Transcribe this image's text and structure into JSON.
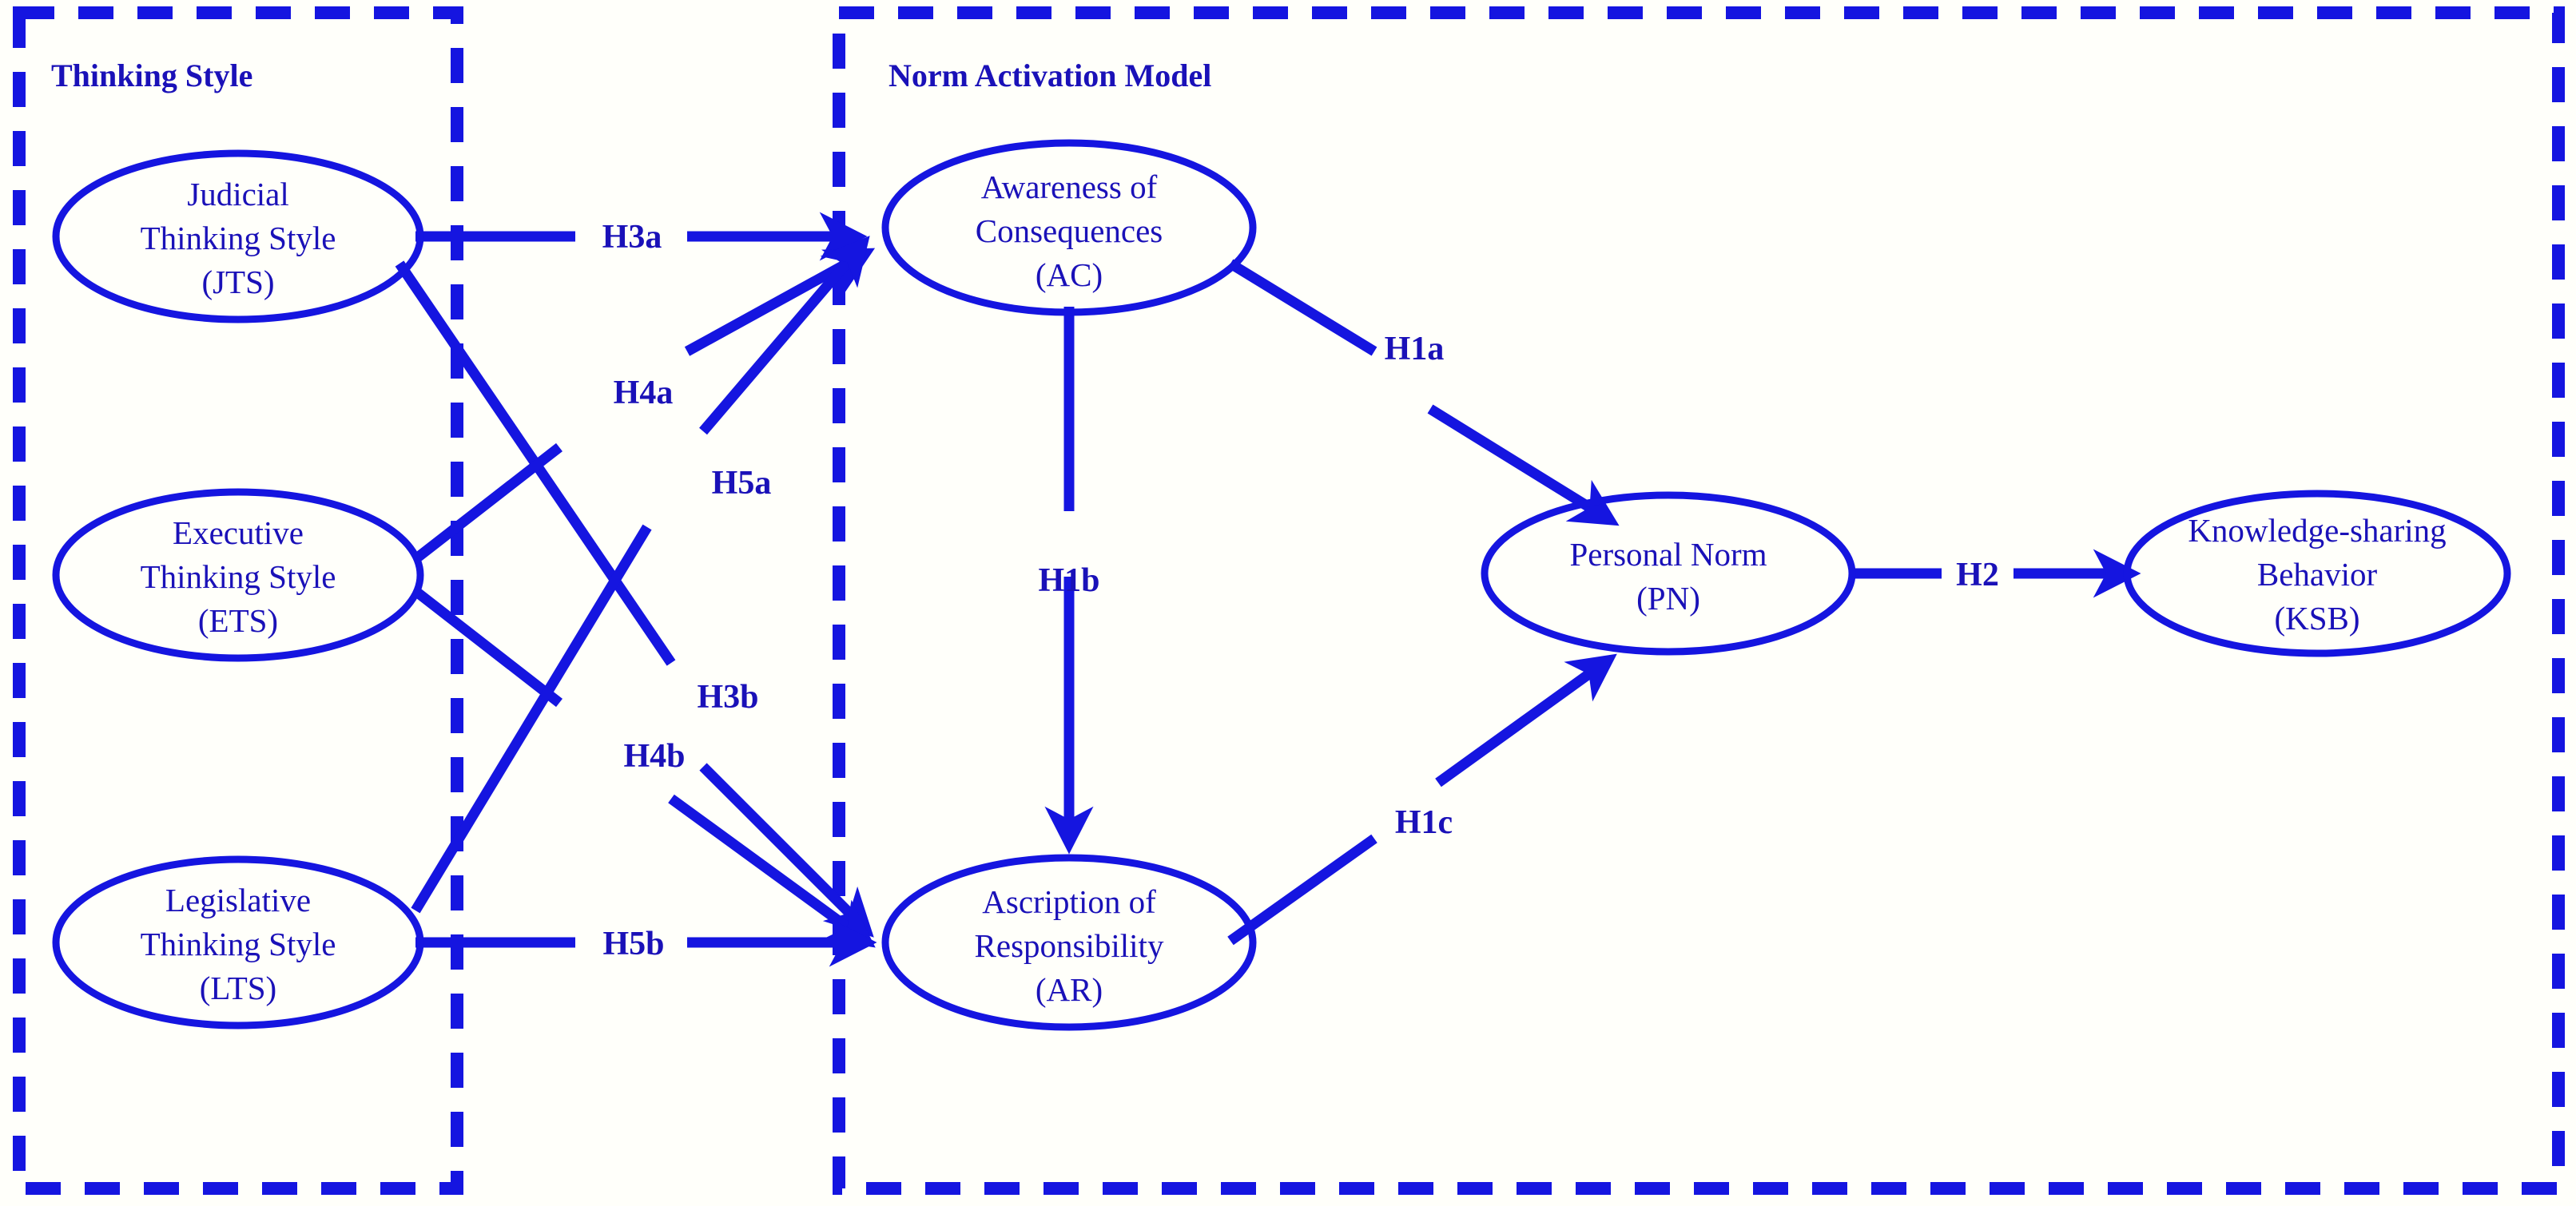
{
  "diagram": {
    "title_hidden": "",
    "accent_color": "#1515e0",
    "text_color": "#1a11b8",
    "background": "#fffffa",
    "groups": [
      {
        "id": "thinking-style",
        "label": "Thinking Style"
      },
      {
        "id": "norm-activation-model",
        "label": "Norm Activation Model"
      }
    ],
    "nodes": [
      {
        "id": "jts",
        "lines": [
          "Judicial",
          "Thinking Style",
          "(JTS)"
        ]
      },
      {
        "id": "ets",
        "lines": [
          "Executive",
          "Thinking Style",
          "(ETS)"
        ]
      },
      {
        "id": "lts",
        "lines": [
          "Legislative",
          "Thinking Style",
          "(LTS)"
        ]
      },
      {
        "id": "ac",
        "lines": [
          "Awareness of",
          "Consequences",
          "(AC)"
        ]
      },
      {
        "id": "ar",
        "lines": [
          "Ascription of",
          "Responsibility",
          "(AR)"
        ]
      },
      {
        "id": "pn",
        "lines": [
          "Personal Norm",
          "(PN)"
        ]
      },
      {
        "id": "ksb",
        "lines": [
          "Knowledge-sharing",
          "Behavior",
          "(KSB)"
        ]
      }
    ],
    "edges": [
      {
        "id": "h3a",
        "label": "H3a",
        "from": "jts",
        "to": "ac"
      },
      {
        "id": "h3b",
        "label": "H3b",
        "from": "jts",
        "to": "ar"
      },
      {
        "id": "h4a",
        "label": "H4a",
        "from": "ets",
        "to": "ac"
      },
      {
        "id": "h4b",
        "label": "H4b",
        "from": "ets",
        "to": "ar"
      },
      {
        "id": "h5a",
        "label": "H5a",
        "from": "lts",
        "to": "ac"
      },
      {
        "id": "h5b",
        "label": "H5b",
        "from": "lts",
        "to": "ar"
      },
      {
        "id": "h1a",
        "label": "H1a",
        "from": "ac",
        "to": "pn"
      },
      {
        "id": "h1b",
        "label": "H1b",
        "from": "ac",
        "to": "ar"
      },
      {
        "id": "h1c",
        "label": "H1c",
        "from": "ar",
        "to": "pn"
      },
      {
        "id": "h2",
        "label": "H2",
        "from": "pn",
        "to": "ksb"
      }
    ]
  }
}
